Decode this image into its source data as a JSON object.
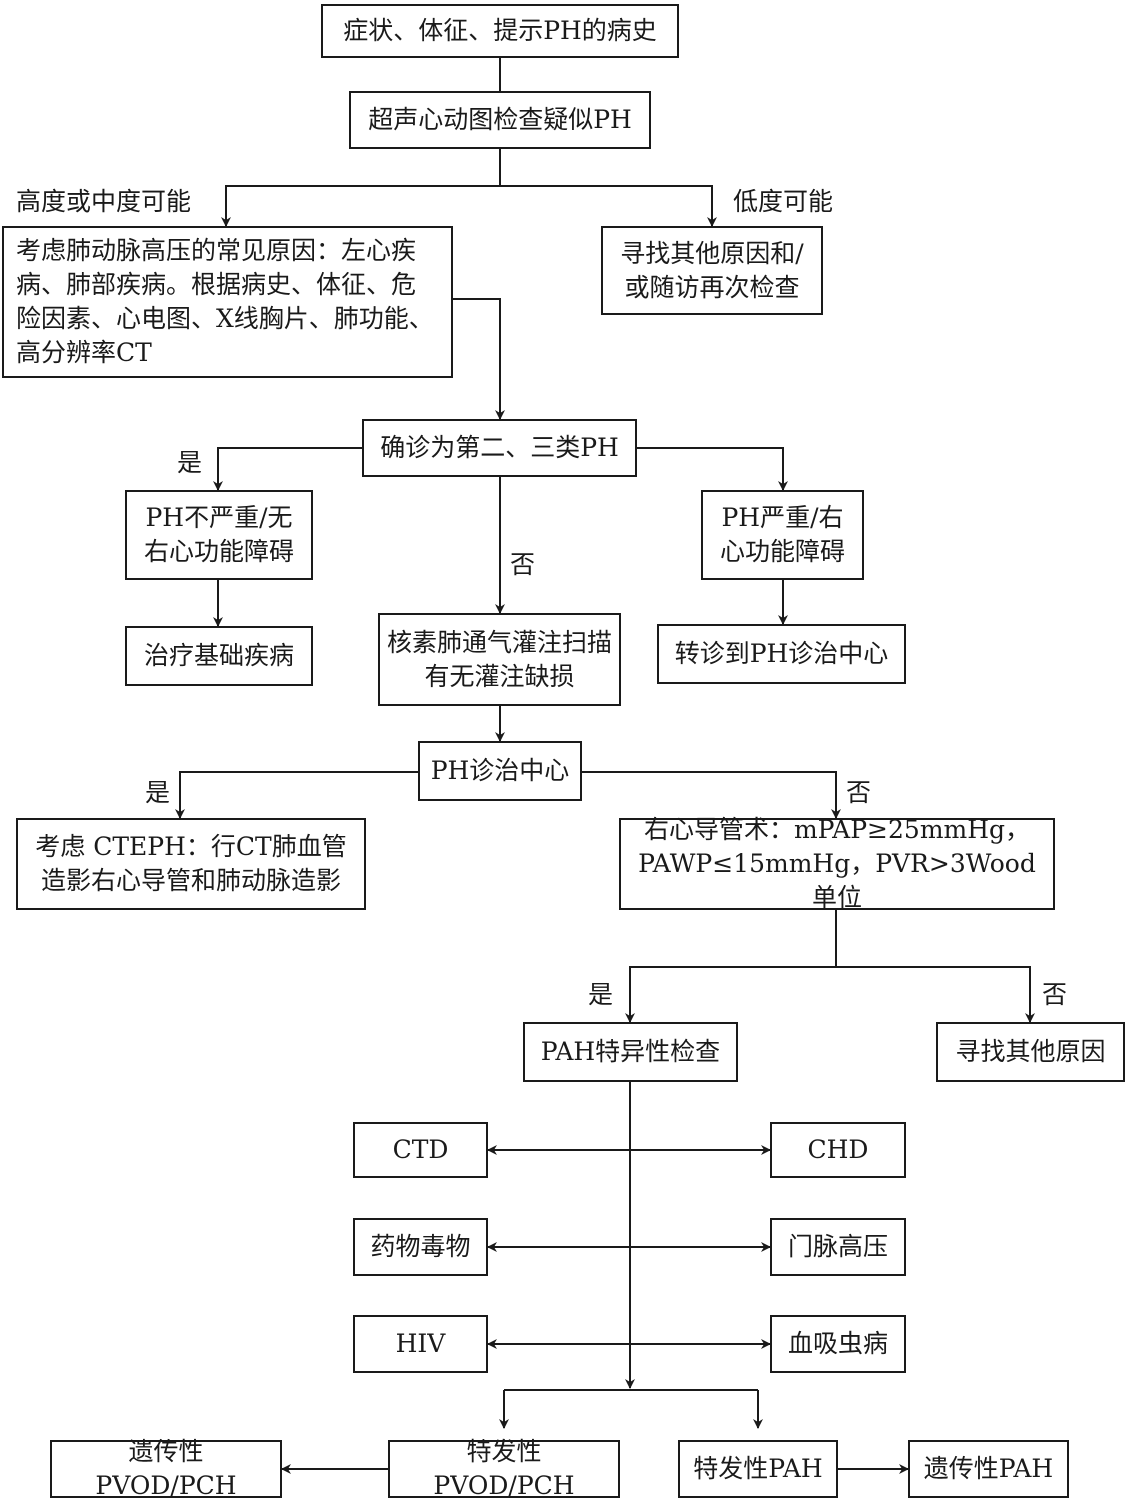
{
  "nodes": {
    "start": "症状、体征、提示PH的病史",
    "echo": "超声心动图检查疑似PH",
    "common_causes": "考虑肺动脉高压的常见原因：左心疾病、肺部疾病。根据病史、体征、危险因素、心电图、X线胸片、肺功能、高分辨率CT",
    "other_causes_followup": "寻找其他原因和/或随访再次检查",
    "confirm_group23": "确诊为第二、三类PH",
    "ph_mild": "PH不严重/无右心功能障碍",
    "treat_underlying": "治疗基础疾病",
    "vq_scan": "核素肺通气灌注扫描有无灌注缺损",
    "ph_severe": "PH严重/右心功能障碍",
    "refer_center": "转诊到PH诊治中心",
    "ph_center": "PH诊治中心",
    "cteph": "考虑 CTEPH：行CT肺血管造影右心导管和肺动脉造影",
    "rhc": "右心导管术：mPAP≥25mmHg，PAWP≤15mmHg，PVR>3Wood单位",
    "pah_tests": "PAH特异性检查",
    "other_causes": "寻找其他原因",
    "ctd": "CTD",
    "chd": "CHD",
    "drugs_toxins": "药物毒物",
    "portal_hypertension": "门脉高压",
    "hiv": "HIV",
    "schistosomiasis": "血吸虫病",
    "hereditary_pvod": "遗传性PVOD/PCH",
    "idiopathic_pvod": "特发性PVOD/PCH",
    "idiopathic_pah": "特发性PAH",
    "hereditary_pah": "遗传性PAH"
  },
  "labels": {
    "high_moderate": "高度或中度可能",
    "low": "低度可能",
    "yes_confirm": "是",
    "no_confirm": "否",
    "yes_center": "是",
    "no_center": "否",
    "yes_rhc": "是",
    "no_rhc": "否"
  },
  "colors": {
    "line": "#1a1a1a",
    "background": "#ffffff"
  }
}
